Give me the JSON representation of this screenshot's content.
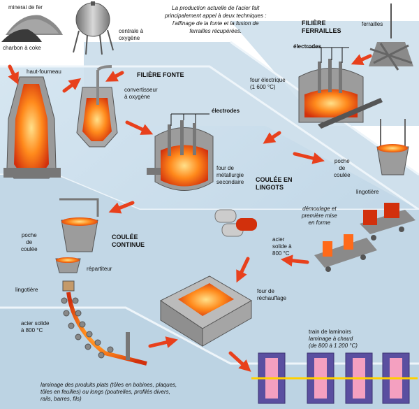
{
  "intro": {
    "line1": "La production actuelle de l'acier fait",
    "line2": "principalement appel à deux techniques :",
    "line3": "l'affinage de la fonte et la fusion de",
    "line4": "ferrailles récupérées."
  },
  "labels": {
    "minerai_de_fer": "minerai de fer",
    "charbon_a_coke": "charbon à coke",
    "centrale_l1": "centrale à",
    "centrale_l2": "oxygène",
    "haut_fourneau": "haut-fourneau",
    "filiere_fonte": "FILIÈRE FONTE",
    "convertisseur_l1": "convertisseur",
    "convertisseur_l2": "à oxygène",
    "electrodes_1": "électrodes",
    "electrodes_2": "électrodes",
    "filiere_ferrailles_l1": "FILIÈRE",
    "filiere_ferrailles_l2": "FERRAILLES",
    "ferrailles": "ferrailles",
    "four_electrique_l1": "four électrique",
    "four_electrique_l2": "(1 600 °C)",
    "four_metallurgie_l1": "four de",
    "four_metallurgie_l2": "métallurgie",
    "four_metallurgie_l3": "secondaire",
    "coulee_lingots_l1": "COULÉE EN",
    "coulee_lingots_l2": "LINGOTS",
    "poche_l1": "poche",
    "poche_l2": "de",
    "poche_l3": "coulée",
    "lingotiere_top": "lingotière",
    "demoulage_l1": "démoulage et",
    "demoulage_l2": "première mise",
    "demoulage_l3": "en forme",
    "acier_mid_l1": "acier",
    "acier_mid_l2": "solide à",
    "acier_mid_l3": "800 °C",
    "poche_left_l1": "poche",
    "poche_left_l2": "de",
    "poche_left_l3": "coulée",
    "coulee_continue_l1": "COULÉE",
    "coulee_continue_l2": "CONTINUE",
    "repartiteur": "répartiteur",
    "lingotiere_left": "lingotière",
    "acier_left_l1": "acier solide",
    "acier_left_l2": "à 800 °C",
    "four_rechauffage_l1": "four de",
    "four_rechauffage_l2": "réchauffage",
    "train_l1": "train de laminoirs",
    "train_l2": "laminage à chaud",
    "train_l3": "(de 800 à 1 200 °C)",
    "laminage_l1": "laminage des produits plats (tôles en bobines, plaques,",
    "laminage_l2": "tôles en feuilles) ou longs (poutrelles, profilés divers,",
    "laminage_l3": "rails, barres, fils)"
  },
  "colors": {
    "panel": "#c5dae8",
    "panel_edge": "#e8f1f7",
    "arrow": "#e8401c",
    "metal": "#8c8c8c",
    "hot": "#f05a1a",
    "glow": "#ffb000",
    "rollers": "#5a4fa0"
  }
}
